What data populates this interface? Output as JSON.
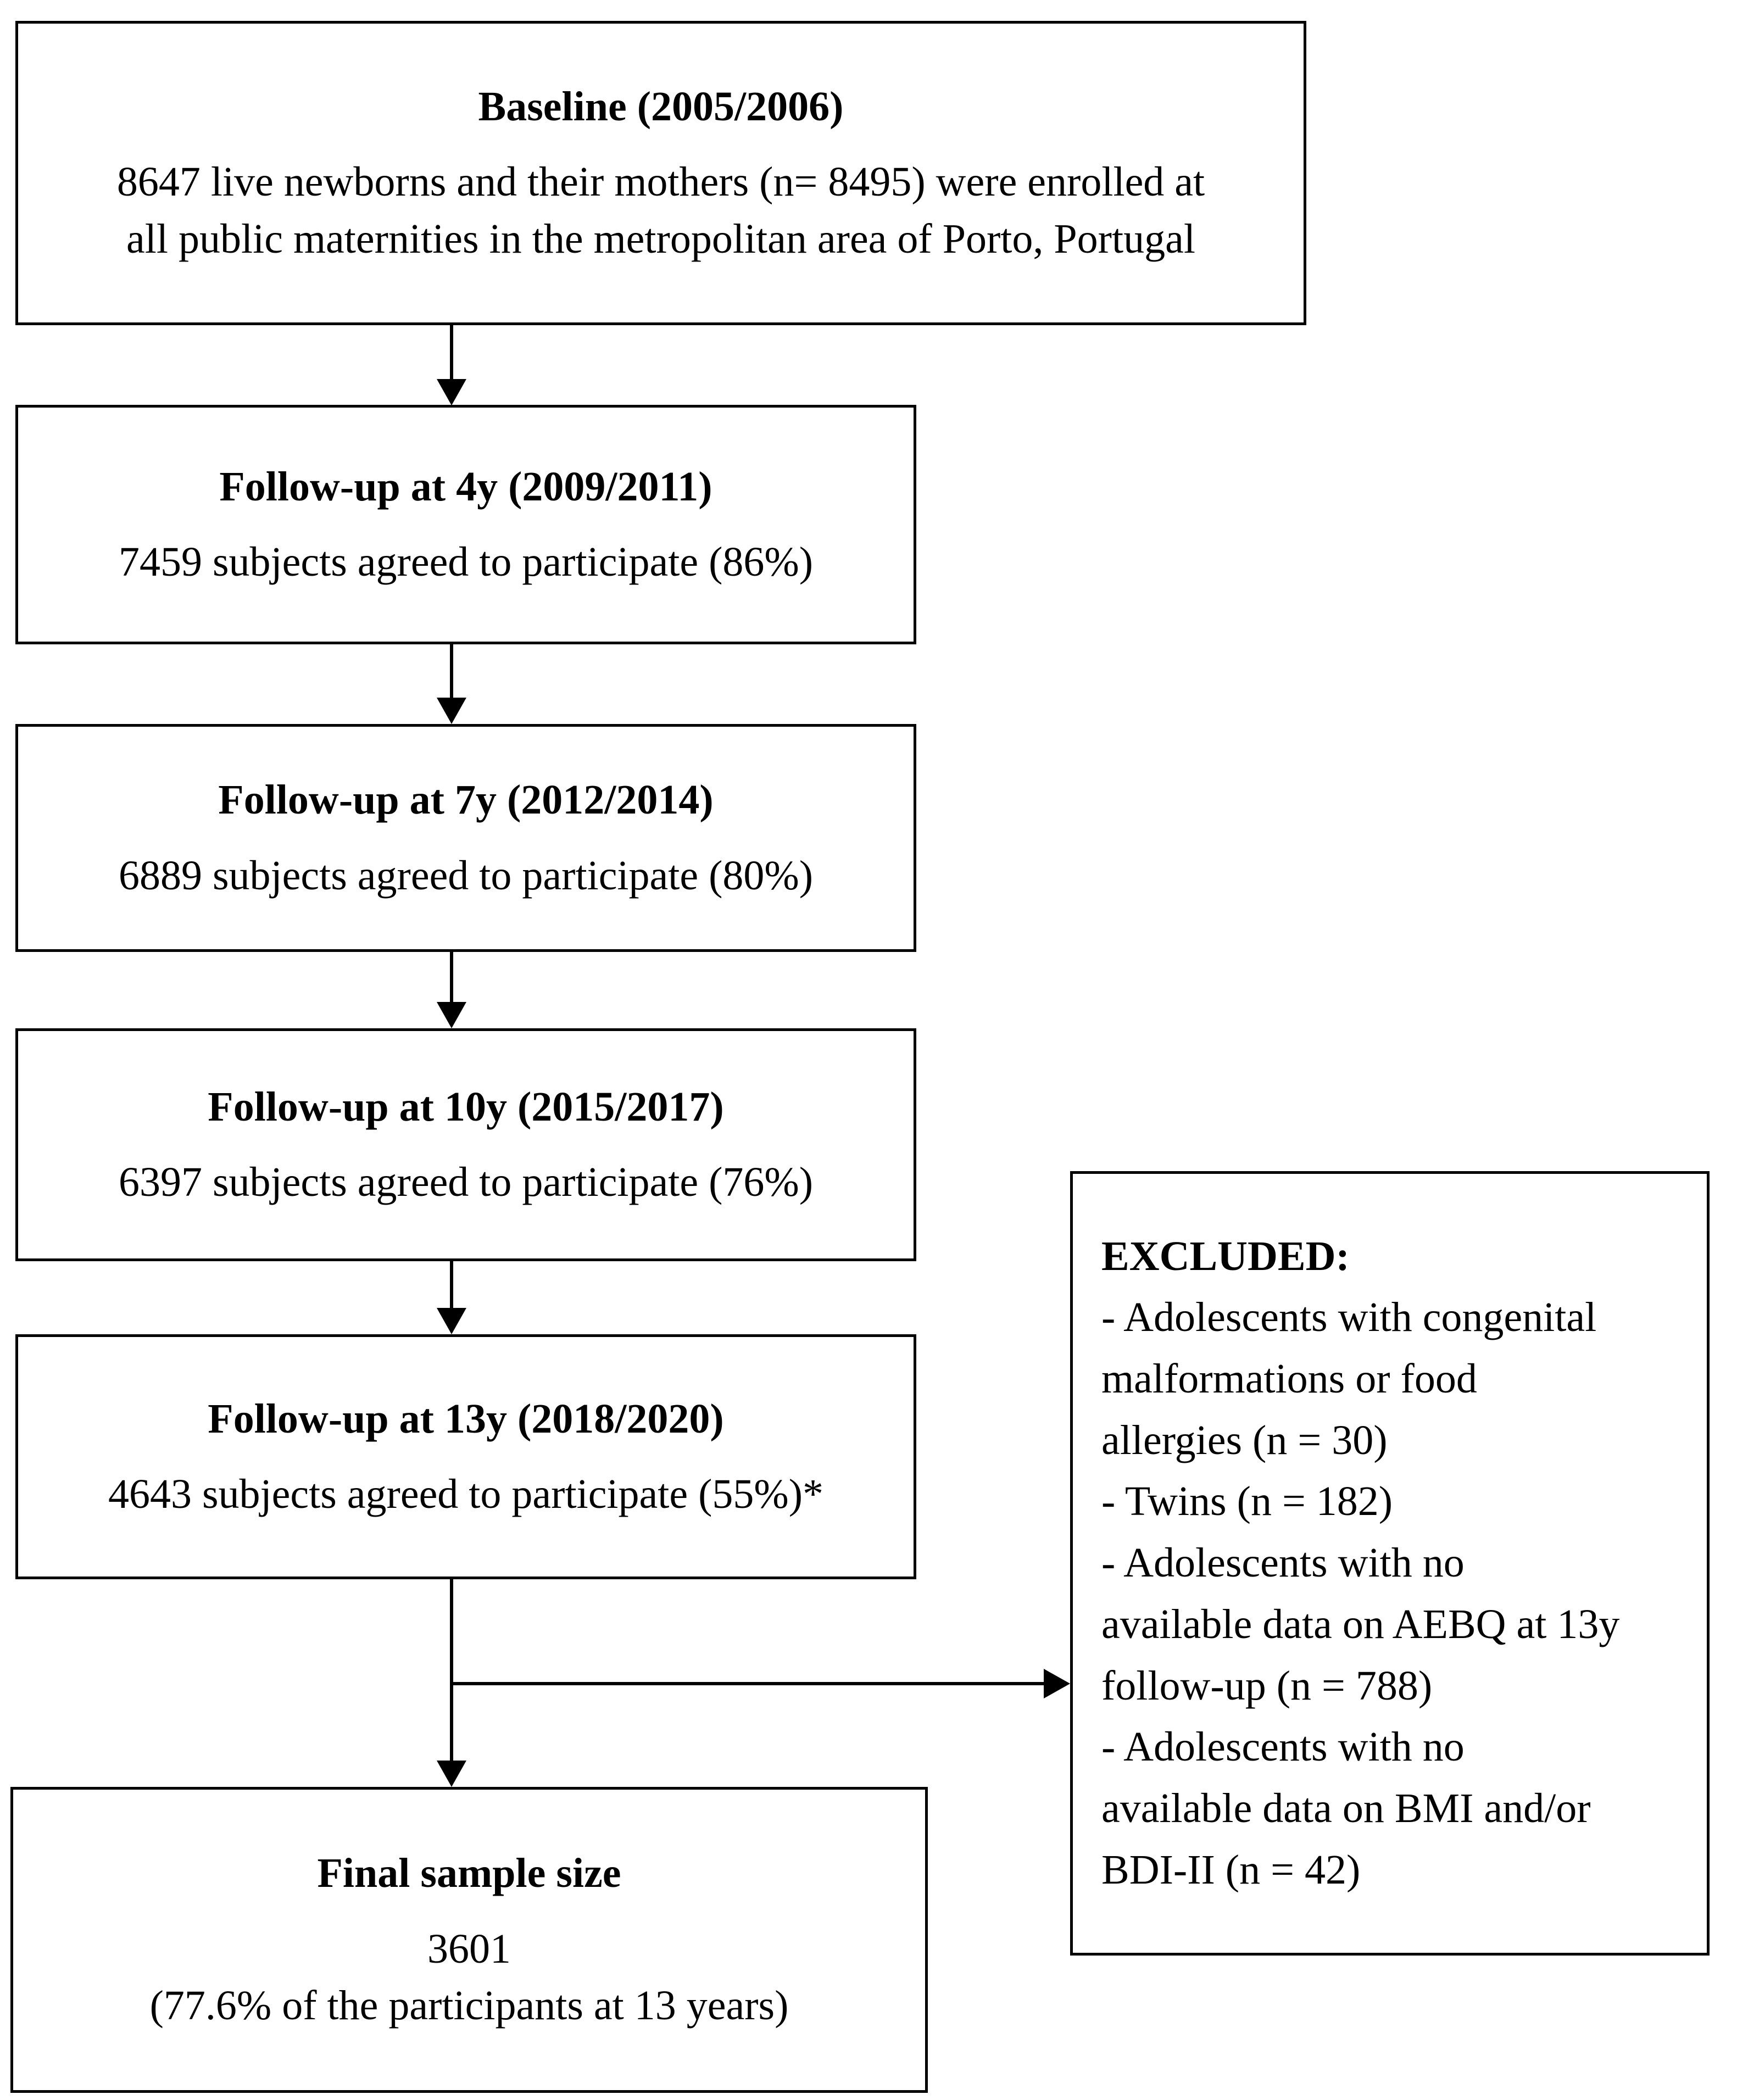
{
  "figure": {
    "background_color": "#ffffff",
    "line_color": "#000000",
    "text_color": "#000000"
  },
  "boxes": {
    "baseline": {
      "title": "Baseline (2005/2006)",
      "lines": [
        "8647 live newborns and their mothers (n= 8495) were enrolled at",
        "all public maternities in the metropolitan area of Porto, Portugal"
      ]
    },
    "followup_4y": {
      "title": "Follow-up at 4y (2009/2011)",
      "lines": [
        "7459 subjects agreed to participate (86%)"
      ]
    },
    "followup_7y": {
      "title": "Follow-up at 7y (2012/2014)",
      "lines": [
        "6889 subjects agreed to participate (80%)"
      ]
    },
    "followup_10y": {
      "title": "Follow-up at 10y (2015/2017)",
      "lines": [
        "6397 subjects agreed to participate (76%)"
      ]
    },
    "followup_13y": {
      "title": "Follow-up at 13y (2018/2020)",
      "lines": [
        "4643 subjects agreed to participate (55%)*"
      ]
    },
    "final_sample": {
      "title": "Final sample size",
      "lines": [
        "3601",
        "(77.6% of the participants at 13 years)"
      ]
    },
    "excluded": {
      "title": "EXCLUDED:",
      "lines": [
        "- Adolescents with congenital",
        "malformations or food",
        "allergies (n = 30)",
        "- Twins (n = 182)",
        "- Adolescents with no",
        "available data on AEBQ at 13y",
        "follow-up (n = 788)",
        "- Adolescents with no",
        "available data on BMI and/or",
        "BDI-II (n = 42)"
      ]
    }
  }
}
